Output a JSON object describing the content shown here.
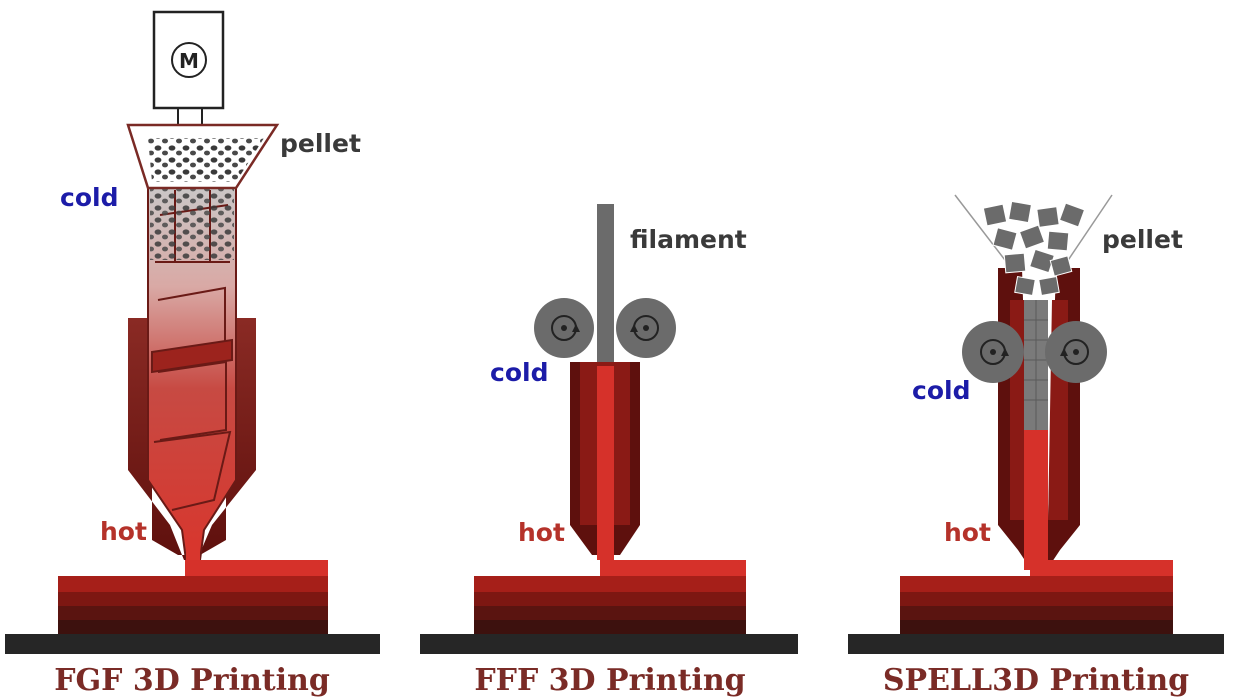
{
  "panels": [
    {
      "title": "FGF 3D Printing",
      "motor_symbol": "M",
      "feed_label": "pellet",
      "cold_label": "cold",
      "hot_label": "hot"
    },
    {
      "title": "FFF 3D Printing",
      "feed_label": "filament",
      "cold_label": "cold",
      "hot_label": "hot"
    },
    {
      "title": "SPELL3D Printing",
      "feed_label": "pellet",
      "cold_label": "cold",
      "hot_label": "hot"
    }
  ],
  "colors": {
    "cold_text": "#1c1ca8",
    "hot_text": "#b5322a",
    "label_text": "#3a3a3a",
    "title_text": "#7a2b26",
    "dark_red": "#6e1410",
    "mid_red": "#a81e18",
    "bright_red": "#d6312a",
    "gray": "#6b6b6b",
    "bed": "#262626"
  }
}
